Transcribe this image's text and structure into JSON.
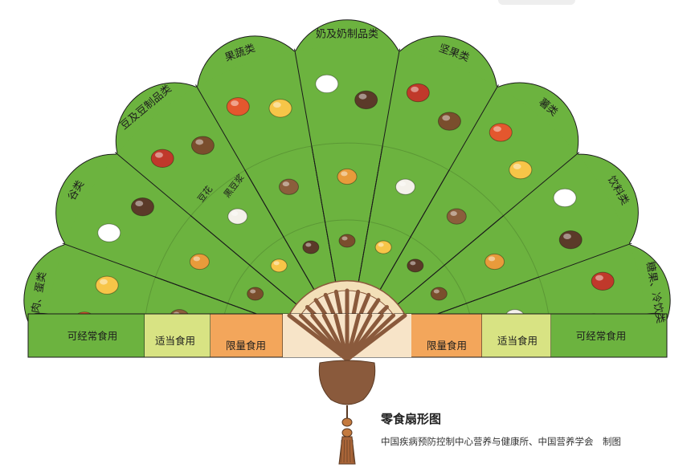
{
  "categories": [
    {
      "label": "肉、蛋类"
    },
    {
      "label": "谷类"
    },
    {
      "label": "豆及豆制品类"
    },
    {
      "label": "果蔬类"
    },
    {
      "label": "奶及奶制品类"
    },
    {
      "label": "坚果类"
    },
    {
      "label": "薯类"
    },
    {
      "label": "饮料类"
    },
    {
      "label": "糖果、冷饮类"
    }
  ],
  "bands": {
    "left": [
      {
        "label": "可经常食用"
      },
      {
        "label": "适当食用"
      },
      {
        "label": "限量食用"
      }
    ],
    "right": [
      {
        "label": "限量食用"
      },
      {
        "label": "适当食用"
      },
      {
        "label": "可经常食用"
      }
    ]
  },
  "food_labels": {
    "tofu_flower": "豆花",
    "black_soy_milk": "黑豆浆"
  },
  "title": "零食扇形图",
  "subtitle": "中国疾病预防控制中心营养与健康所、中国营养学会　制图",
  "colors": {
    "frequent": "#6cb33f",
    "moderate": "#d8e383",
    "limited": "#f3a65b",
    "handle": "#8a5a3c",
    "outline": "#1a1a1a"
  }
}
